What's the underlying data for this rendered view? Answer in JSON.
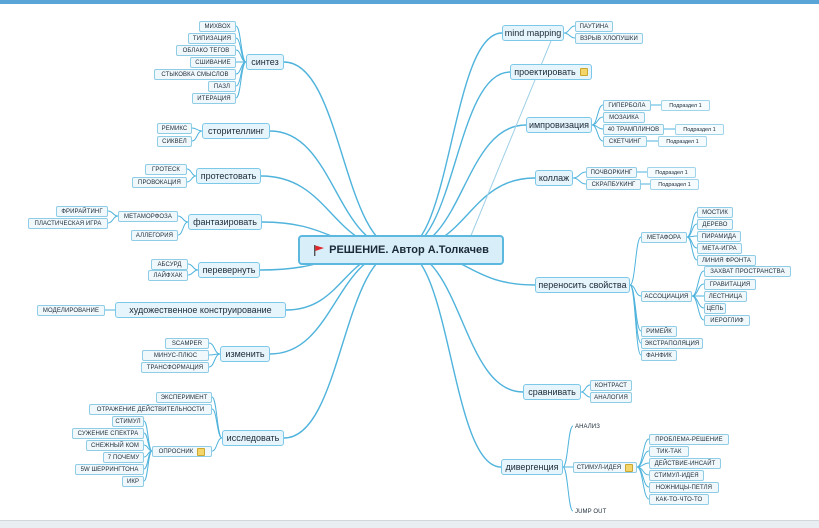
{
  "root": {
    "label": "РЕШЕНИЕ. Автор А.Толкачев"
  },
  "colors": {
    "wire": "#4fb3dc",
    "node_border": "#7cc8e8",
    "node_fill": "#e6f4fb",
    "flag": "#e0262a"
  },
  "branches": {
    "sintez": {
      "label": "синтез",
      "items": [
        "МИХВОХ",
        "ТИПИЗАЦИЯ",
        "ОБЛАКО ТЕГОВ",
        "СШИВАНИЕ",
        "СТЫКОВКА СМЫСЛОВ",
        "ПАЗЛ",
        "ИТЕРАЦИЯ"
      ]
    },
    "storytelling": {
      "label": "сторителлинг",
      "items": [
        "РЕМИКС",
        "СИКВЕЛ"
      ]
    },
    "protest": {
      "label": "протестовать",
      "items": [
        "ГРОТЕСК",
        "ПРОВОКАЦИЯ"
      ]
    },
    "fantasy": {
      "label": "фантазировать",
      "items": [
        "МЕТАМОРФОЗА",
        "АЛЛЕГОРИЯ"
      ],
      "meta_items": [
        "ФРИРАЙТИНГ",
        "ПЛАСТИЧЕСКАЯ ИГРА"
      ]
    },
    "flip": {
      "label": "перевернуть",
      "items": [
        "АБСУРД",
        "ЛАЙФХАК"
      ]
    },
    "art": {
      "label": "художественное конструирование",
      "items": [
        "МОДЕЛИРОВАНИЕ"
      ]
    },
    "change": {
      "label": "изменить",
      "items": [
        "SCAMPER",
        "МИНУС-ПЛЮС",
        "ТРАНСФОРМАЦИЯ"
      ]
    },
    "research": {
      "label": "исследовать",
      "items": [
        "ЭКСПЕРИМЕНТ",
        "ОТРАЖЕНИЕ ДЕЙСТВИТЕЛЬНОСТИ",
        "ОПРОСНИК"
      ],
      "survey_items": [
        "СТИМУЛ",
        "СУЖЕНИЕ СПЕКТРА",
        "СНЕЖНЫЙ КОМ",
        "7 ПОЧЕМУ",
        "5W ШЕРРИНГТОНА",
        "ИКР"
      ]
    },
    "mindmap": {
      "label": "mind mapping",
      "items": [
        "ПАУТИНА",
        "ВЗРЫВ ХЛОПУШКИ"
      ]
    },
    "design": {
      "label": "проектировать"
    },
    "improv": {
      "label": "импровизация",
      "items": [
        "ГИПЕРБОЛА",
        "МОЗАИКА",
        "40 ТРАМПЛИНОВ",
        "СКЕТЧИНГ"
      ],
      "sub": "Подраздел 1"
    },
    "collage": {
      "label": "коллаж",
      "items": [
        "ПОЧВОРКИНГ",
        "СКРАПБУКИНГ"
      ],
      "sub": "Подраздел 1"
    },
    "transfer": {
      "label": "переносить свойства",
      "items": [
        "МЕТАФОРА",
        "АССОЦИАЦИЯ",
        "РИМЕЙК",
        "ЭКСТРАПОЛЯЦИЯ",
        "ФАНФИК"
      ],
      "metaphor_items": [
        "МОСТИК",
        "ДЕРЕВО",
        "ПИРАМИДА",
        "МЕТА-ИГРА",
        "ЛИНИЯ ФРОНТА"
      ],
      "assoc_items": [
        "ЗАХВАТ ПРОСТРАНСТВА",
        "ГРАВИТАЦИЯ",
        "ЛЕСТНИЦА",
        "ЦЕПЬ",
        "ИЕРОГЛИФ"
      ]
    },
    "compare": {
      "label": "сравнивать",
      "items": [
        "КОНТРАСТ",
        "АНАЛОГИЯ"
      ]
    },
    "diverge": {
      "label": "дивергенция",
      "items": [
        "АНАЛИЗ",
        "СТИМУЛ-ИДЕЯ",
        "JUMP OUT"
      ],
      "stim_items": [
        "ПРОБЛЕМА-РЕШЕНИЕ",
        "ТИК-ТАК",
        "ДЕЙСТВИЕ-ИНСАЙТ",
        "СТИМУЛ-ИДЕЯ",
        "НОЖНИЦЫ-ПЕТЛЯ",
        "КАК-ТО-ЧТО-ТО"
      ]
    }
  }
}
